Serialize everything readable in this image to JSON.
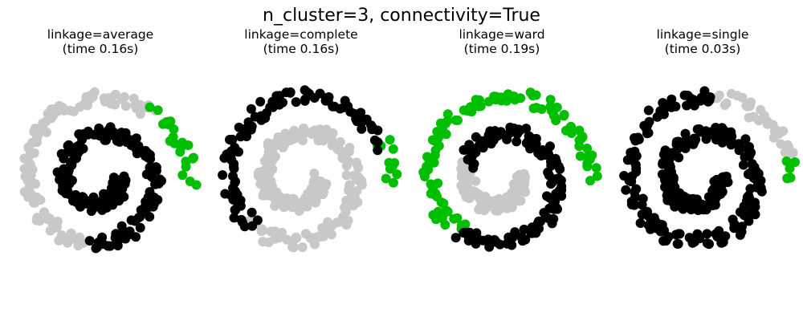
{
  "figure": {
    "suptitle": "n_cluster=3, connectivity=True",
    "colors": {
      "black": "#000000",
      "gray": "#c8c8c8",
      "green": "#00bf00"
    }
  },
  "chart_data": [
    {
      "type": "scatter",
      "title": "linkage=average",
      "subtitle": "(time 0.16s)",
      "axes": "off",
      "grid": false,
      "dataset": "swiss-roll spiral (2 turns)",
      "clusters": [
        {
          "t_range": [
            0.0,
            0.07
          ],
          "color": "green"
        },
        {
          "t_range": [
            0.07,
            0.36
          ],
          "color": "gray"
        },
        {
          "t_range": [
            0.36,
            1.0
          ],
          "color": "black"
        }
      ]
    },
    {
      "type": "scatter",
      "title": "linkage=complete",
      "subtitle": "(time 0.16s)",
      "axes": "off",
      "grid": false,
      "dataset": "swiss-roll spiral (2 turns)",
      "clusters": [
        {
          "t_range": [
            0.0,
            0.03
          ],
          "color": "green"
        },
        {
          "t_range": [
            0.03,
            0.31
          ],
          "color": "black"
        },
        {
          "t_range": [
            0.31,
            1.0
          ],
          "color": "gray"
        }
      ]
    },
    {
      "type": "scatter",
      "title": "linkage=ward",
      "subtitle": "(time 0.19s)",
      "axes": "off",
      "grid": false,
      "dataset": "swiss-roll spiral (2 turns)",
      "clusters": [
        {
          "t_range": [
            0.0,
            0.32
          ],
          "color": "green"
        },
        {
          "t_range": [
            0.32,
            0.72
          ],
          "color": "black"
        },
        {
          "t_range": [
            0.72,
            1.0
          ],
          "color": "gray"
        }
      ]
    },
    {
      "type": "scatter",
      "title": "linkage=single",
      "subtitle": "(time 0.03s)",
      "axes": "off",
      "grid": false,
      "dataset": "swiss-roll spiral (2 turns)",
      "clusters": [
        {
          "t_range": [
            0.0,
            0.015
          ],
          "color": "green"
        },
        {
          "t_range": [
            0.015,
            0.11
          ],
          "color": "gray"
        },
        {
          "t_range": [
            0.11,
            1.0
          ],
          "color": "black"
        }
      ]
    }
  ]
}
